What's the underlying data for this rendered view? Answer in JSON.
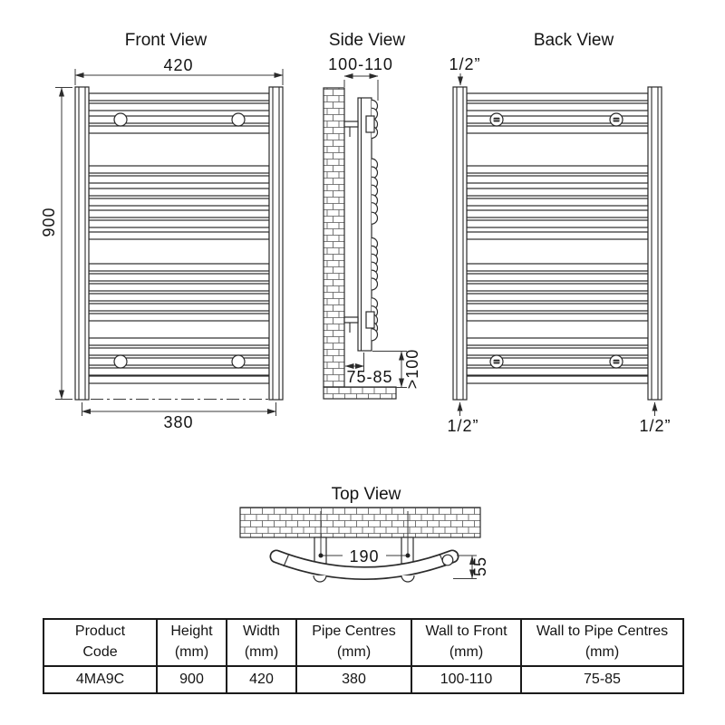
{
  "views": {
    "front": {
      "title": "Front View",
      "width_mm": "420",
      "height_mm": "900",
      "pipe_centres_mm": "380"
    },
    "side": {
      "title": "Side View",
      "wall_to_front_mm": "100-110",
      "wall_to_pipe_mm": "75-85",
      "floor_clearance_mm": ">100"
    },
    "back": {
      "title": "Back View",
      "connection_top_left": "1/2”",
      "connection_bottom_left": "1/2”",
      "connection_bottom_right": "1/2”"
    },
    "top": {
      "title": "Top View",
      "bracket_centres_mm": "190",
      "depth_mm": "55"
    }
  },
  "table": {
    "headers": [
      "Product\nCode",
      "Height\n(mm)",
      "Width\n(mm)",
      "Pipe Centres\n(mm)",
      "Wall to Front\n(mm)",
      "Wall to Pipe Centres\n(mm)"
    ],
    "rows": [
      [
        "4MA9C",
        "900",
        "420",
        "380",
        "100-110",
        "75-85"
      ]
    ]
  },
  "colors": {
    "line": "#2b2b2b",
    "background": "#ffffff"
  }
}
